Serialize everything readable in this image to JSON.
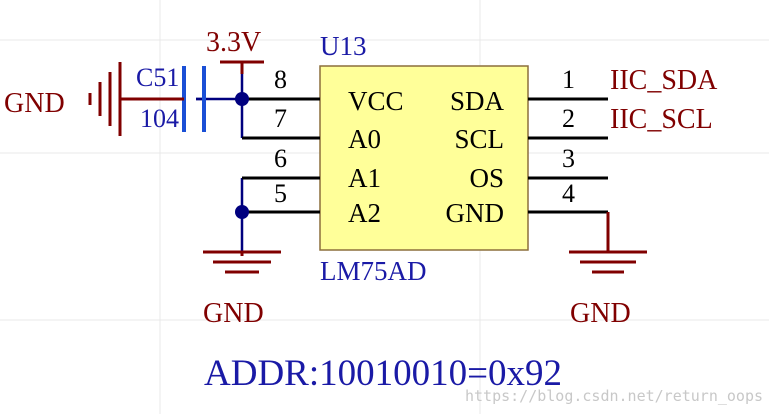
{
  "component": {
    "designator": "U13",
    "part": "LM75AD",
    "left_pins": [
      {
        "number": "8",
        "name": "VCC"
      },
      {
        "number": "7",
        "name": "A0"
      },
      {
        "number": "6",
        "name": "A1"
      },
      {
        "number": "5",
        "name": "A2"
      }
    ],
    "right_pins": [
      {
        "number": "1",
        "name": "SDA"
      },
      {
        "number": "2",
        "name": "SCL"
      },
      {
        "number": "3",
        "name": "OS"
      },
      {
        "number": "4",
        "name": "GND"
      }
    ]
  },
  "capacitor": {
    "designator": "C51",
    "value": "104"
  },
  "power": {
    "vcc_label": "3.3V",
    "gnd_label": "GND"
  },
  "nets": {
    "sda": "IIC_SDA",
    "scl": "IIC_SCL"
  },
  "address_note": "ADDR:10010010=0x92",
  "watermark": "https://blog.csdn.net/return_oops",
  "colors": {
    "wire_navy": "#00007f",
    "wire_black": "#000000",
    "label_darkred": "#800000",
    "label_blue": "#1a1aa6",
    "body_fill": "#ffff99",
    "body_stroke": "#8c6f3c",
    "grid": "#e9e9e9",
    "watermark": "#c8c8c8"
  }
}
